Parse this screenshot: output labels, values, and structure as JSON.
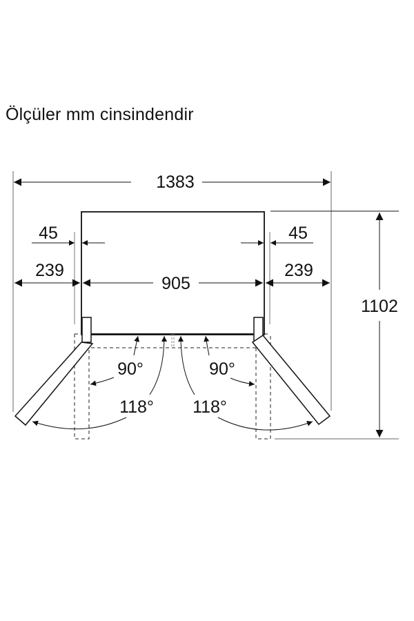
{
  "title": "Ölçüler mm cinsindendir",
  "dimensions": {
    "overall_width": "1383",
    "body_width": "905",
    "left_side_clearance": "239",
    "right_side_clearance": "239",
    "left_door_offset": "45",
    "right_door_offset": "45",
    "depth_with_open_doors": "1102"
  },
  "angles": {
    "left_90": "90°",
    "left_118": "118°",
    "right_90": "90°",
    "right_118": "118°"
  },
  "colors": {
    "line": "#111111",
    "guide": "#555555",
    "background": "#ffffff"
  }
}
